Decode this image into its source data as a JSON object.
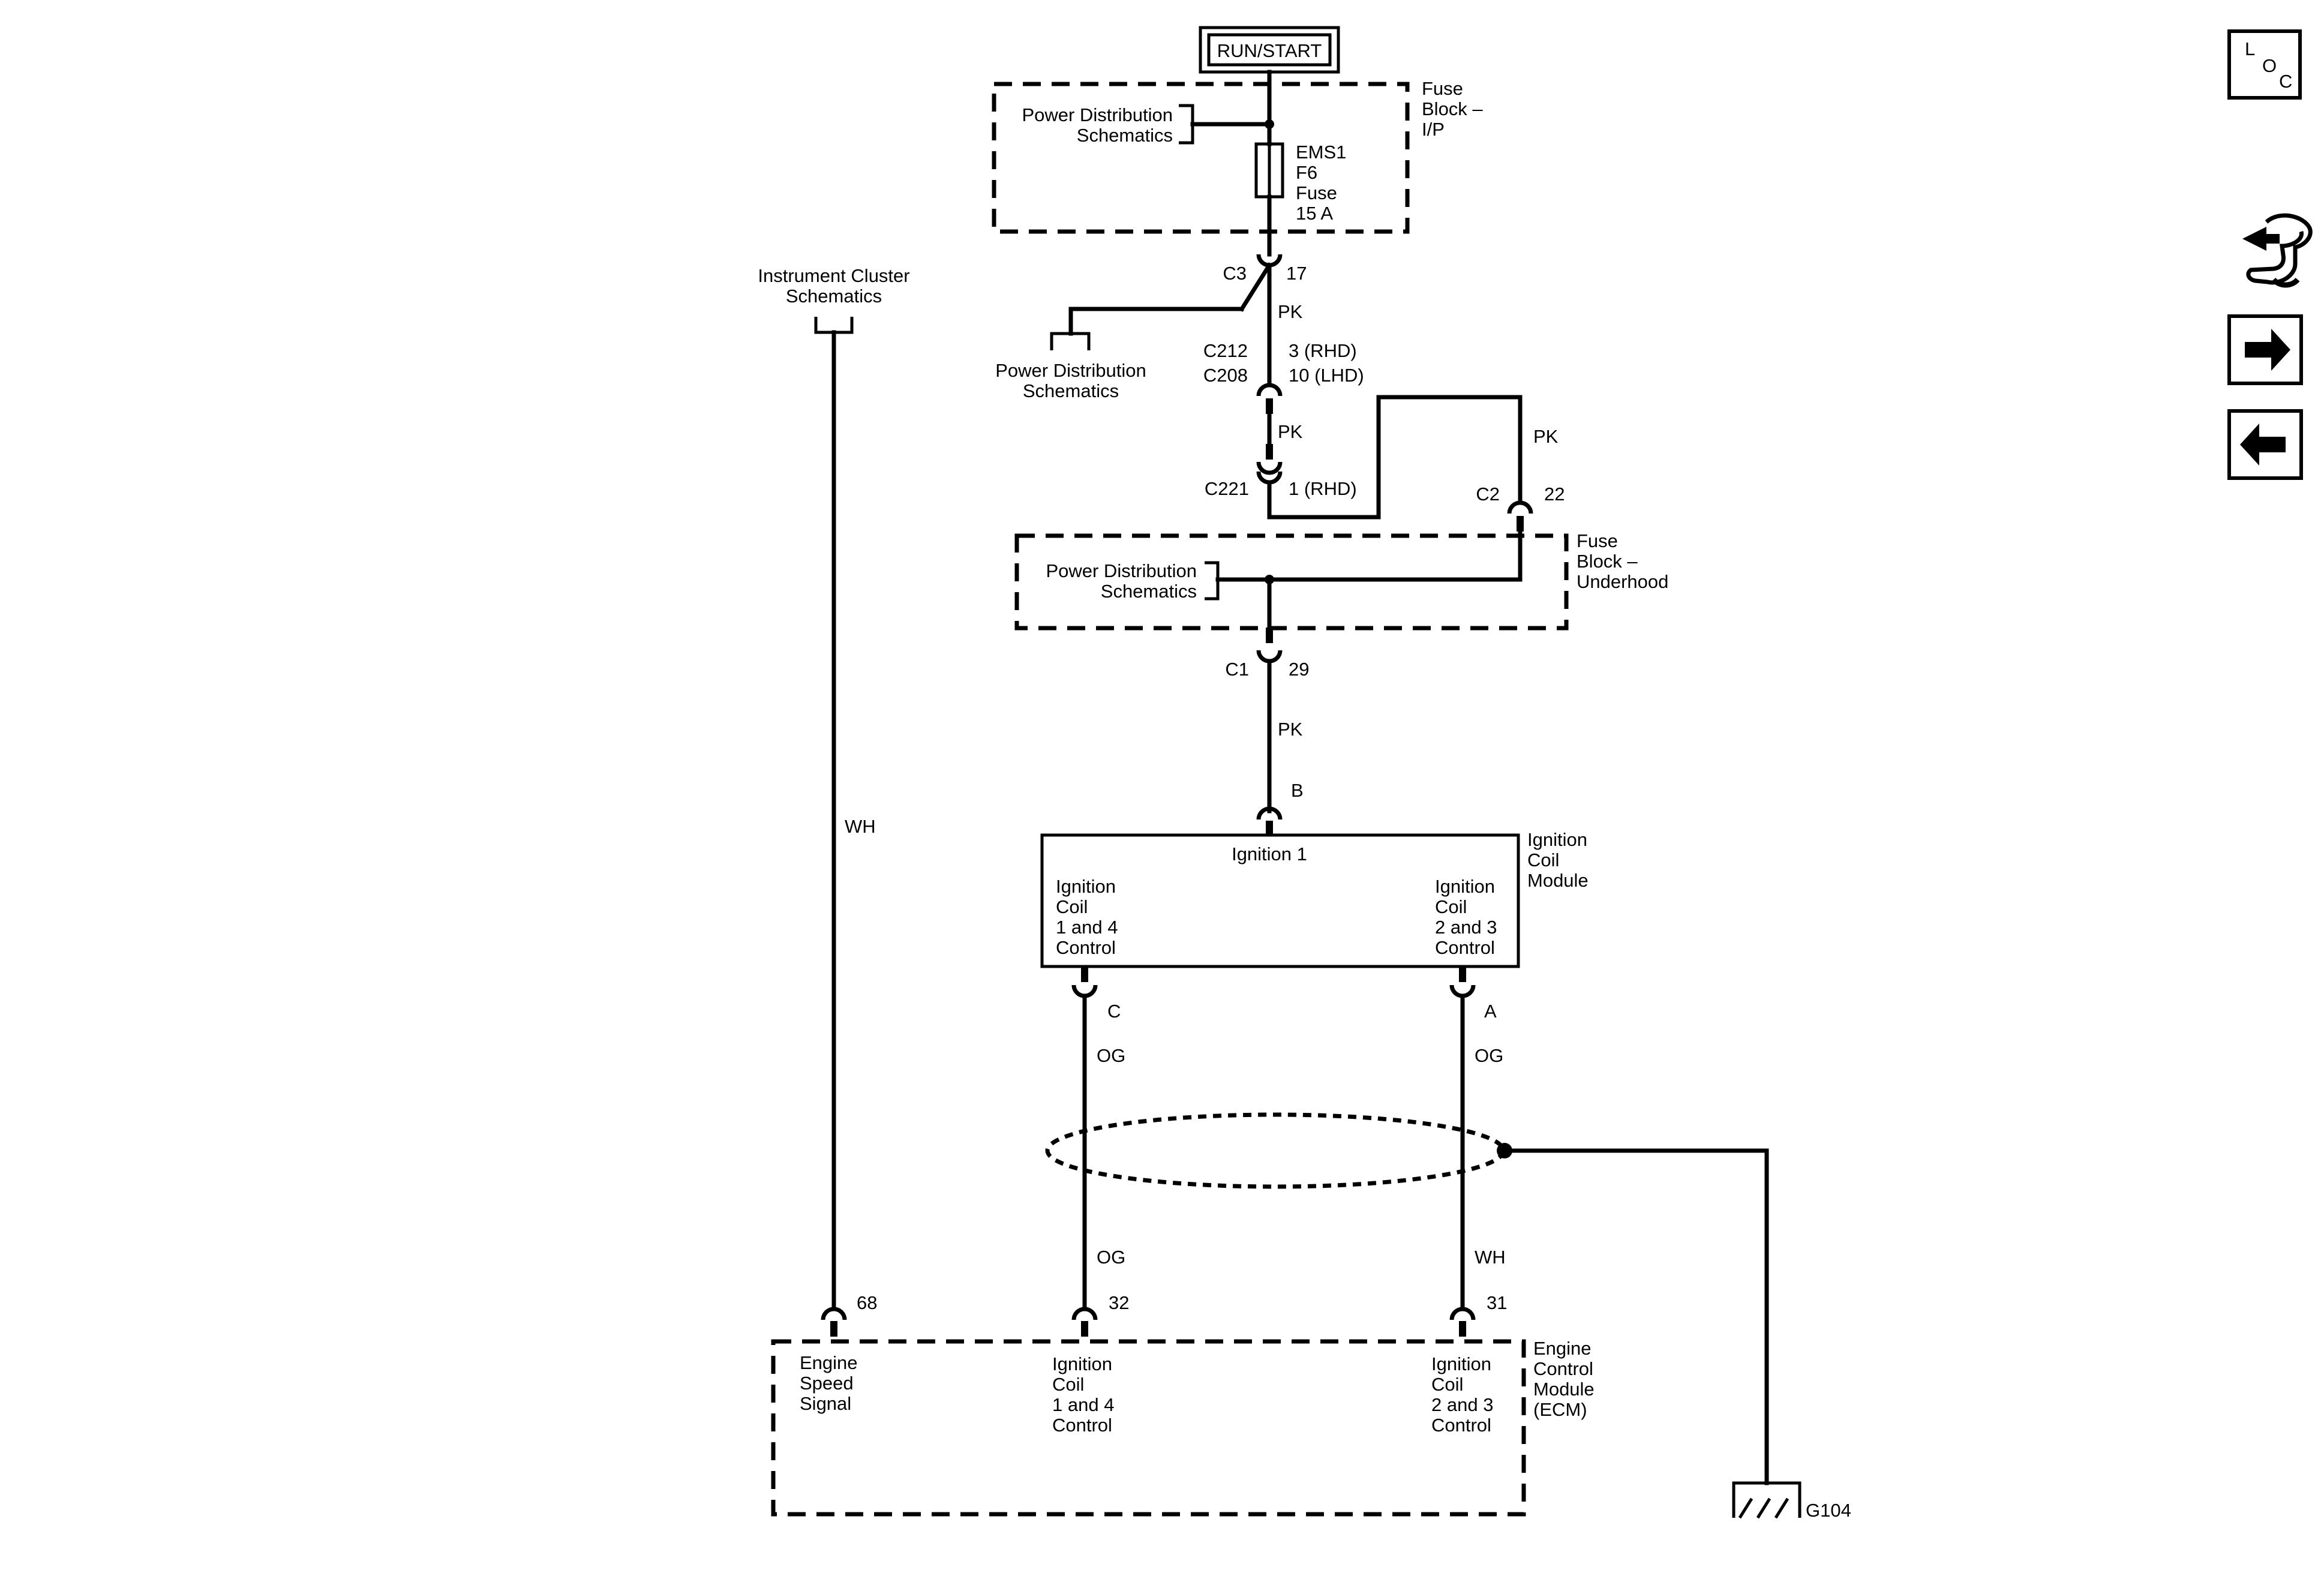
{
  "run_start": "RUN/START",
  "fuse_block_ip": {
    "title": [
      "Fuse",
      "Block –",
      "I/P"
    ],
    "power_dist": [
      "Power Distribution",
      "Schematics"
    ],
    "fuse": [
      "EMS1",
      "F6",
      "Fuse",
      "15 A"
    ]
  },
  "c3": {
    "connector": "C3",
    "pin": "17"
  },
  "wire_pk_1": "PK",
  "power_dist_ground_ref": [
    "Power Distribution",
    "Schematics"
  ],
  "c212": {
    "connector": "C212",
    "pin": "3 (RHD)"
  },
  "c208": {
    "connector": "C208",
    "pin": "10 (LHD)"
  },
  "wire_pk_2": "PK",
  "c221": {
    "connector": "C221",
    "pin": "1 (RHD)"
  },
  "wire_pk_3": "PK",
  "c2": {
    "connector": "C2",
    "pin": "22"
  },
  "fuse_block_uh": {
    "title": [
      "Fuse",
      "Block –",
      "Underhood"
    ],
    "power_dist": [
      "Power Distribution",
      "Schematics"
    ]
  },
  "c1": {
    "connector": "C1",
    "pin": "29"
  },
  "wire_pk_4": "PK",
  "pin_b": "B",
  "instrument_cluster": [
    "Instrument Cluster",
    "Schematics"
  ],
  "wire_wh_left": "WH",
  "ignition_module": {
    "title": [
      "Ignition",
      "Coil",
      "Module"
    ],
    "ignition1": "Ignition 1",
    "left": [
      "Ignition",
      "Coil",
      "1 and 4",
      "Control"
    ],
    "right": [
      "Ignition",
      "Coil",
      "2 and 3",
      "Control"
    ]
  },
  "pin_c": "C",
  "pin_a": "A",
  "wire_og_c": "OG",
  "wire_og_a": "OG",
  "wire_og_lower": "OG",
  "wire_wh_lower": "WH",
  "ecm_pins": {
    "p68": "68",
    "p32": "32",
    "p31": "31"
  },
  "ecm": {
    "title": [
      "Engine",
      "Control",
      "Module",
      "(ECM)"
    ],
    "speed": [
      "Engine",
      "Speed",
      "Signal"
    ],
    "coil14": [
      "Ignition",
      "Coil",
      "1 and 4",
      "Control"
    ],
    "coil23": [
      "Ignition",
      "Coil",
      "2 and 3",
      "Control"
    ]
  },
  "ground": "G104",
  "nav": {
    "loc": [
      "L",
      "O",
      "C"
    ],
    "icons": [
      "component-locator-icon",
      "forward-arrow-icon",
      "back-arrow-icon"
    ]
  }
}
